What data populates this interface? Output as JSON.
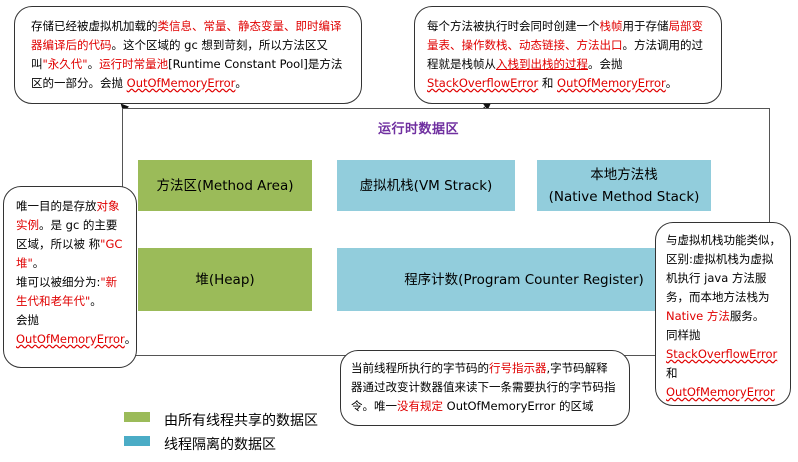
{
  "diagram_title": "运行时数据区",
  "regions": {
    "method_area": "方法区(Method Area)",
    "vm_stack": "虚拟机栈(VM Strack)",
    "native_stack_line1": "本地方法栈",
    "native_stack_line2": "(Native Method Stack)",
    "heap": "堆(Heap)",
    "pc_register": "程序计数(Program Counter Register)"
  },
  "notes": {
    "method_area": {
      "t1": "存储已经被虚拟机加载的",
      "r1": "类信息、常量、静态变量、即时编译器编译后的代码",
      "t2": "。这个区域的 gc 想到苛刻，所以方法区又叫",
      "r2": "\"永久代\"",
      "t3": "。",
      "r3": "运行时常量池",
      "t4": "[Runtime Constant Pool]是方法区的一部分。会抛 ",
      "r4": "OutOfMemoryError",
      "t5": "。"
    },
    "vm_stack": {
      "t1": "每个方法被执行时会同时创建一个",
      "r1": "栈帧",
      "t2": "用于存储",
      "r2": "局部变量表、操作数栈、动态链接、方法出口",
      "t3": "。方法调用的过程就是栈帧从",
      "r3": "入栈到出栈的过程",
      "t4": "。会抛",
      "r4": "StackOverflowError",
      "t5": " 和 ",
      "r5": "OutOfMemoryError",
      "t6": "。"
    },
    "heap": {
      "t1": "唯一目的是存放",
      "r1": "对象实例",
      "t2": "。是 gc 的主要区域，所以被 称",
      "r2": "\"GC 堆\"",
      "t3": "。",
      "t4": "堆可以被细分为:",
      "r3": "\"新生代和老年代\"",
      "t5": "。",
      "t6": "会抛",
      "r4": "OutOfMemoryError",
      "t7": "。"
    },
    "native_stack": {
      "t1": "与虚拟机栈功能类似，区别:虚拟机栈为虚拟机执行 java 方法服务，而本地方法栈为 ",
      "r1": "Native 方法",
      "t2": "服务。",
      "t3": "同样抛",
      "r2": "StackOverflowError",
      "t4": "和",
      "r3": "OutOfMemoryError",
      "t5": ""
    },
    "pc_register": {
      "t1": "当前线程所执行的字节码的",
      "r1": "行号指示器",
      "t2": ",字节码解释器通过改变计数器值来读下一条需要执行的字节码指令。唯一",
      "r2": "没有规定",
      "t3": " OutOfMemoryError 的区域"
    }
  },
  "legend": [
    {
      "label": "由所有线程共享的数据区",
      "color": "#9bbb59"
    },
    {
      "label": "线程隔离的数据区",
      "color": "#4bacc6"
    }
  ],
  "colors": {
    "shared": "#9bbb59",
    "isolated": "#92cddc",
    "title": "#7030a0",
    "highlight": "#e00000"
  }
}
